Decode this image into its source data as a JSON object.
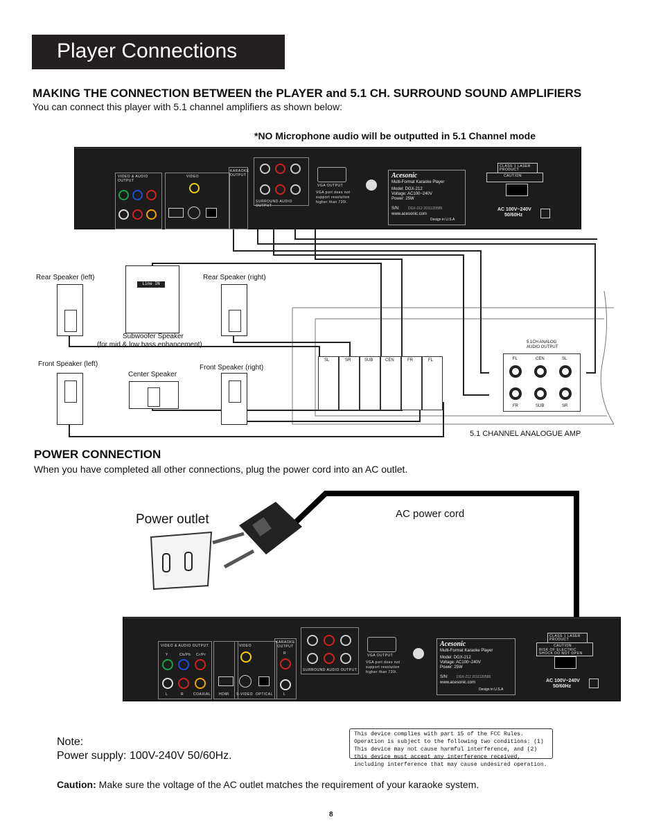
{
  "header": {
    "title": "Player Connections"
  },
  "section1": {
    "heading": "MAKING THE CONNECTION BETWEEN the PLAYER and  5.1 CH. SURROUND SOUND AMPLIFIERS",
    "description": "You can connect this player with 5.1 channel amplifiers as shown below:",
    "note": "*NO Microphone audio will be outputted in 5.1 Channel mode"
  },
  "player": {
    "brand": "Acesonic",
    "product": "Multi-Format Karaoke Player",
    "model": "Model: DGX-212",
    "voltage": "Voltage: AC100~240V",
    "power": "Power: 25W",
    "sn_label": "S/N:",
    "sn_value": "DGX-212 2011120585",
    "website": "www.acesonic.com",
    "design": "Design in U.S.A",
    "ac_rating_1": "AC 100V~240V",
    "ac_rating_2": "50/60Hz",
    "class_label": "CLASS 1 LASER PRODUCT",
    "caution_label": "CAUTION",
    "caution_text": "RISK OF ELECTRIC SHOCK DO NOT OPEN",
    "video_audio_output": "VIDEO & AUDIO OUTPUT",
    "video_label": "VIDEO",
    "karaoke_output": "KARAOKE OUTPUT",
    "surround_output": "SURROUND AUDIO OUTPUT",
    "vga_output": "VGA OUTPUT",
    "vga_note": "VGA port does not support resolution higher than 720i.",
    "hdmi": "HDMI",
    "svideo": "S-VIDEO",
    "optical": "OPTICAL",
    "coaxial": "COAXIAL",
    "jack_labels": [
      "Y",
      "Cb/Pb",
      "Cr/Pr",
      "L",
      "R"
    ],
    "karaoke_r": "R",
    "karaoke_l": "L"
  },
  "diagram": {
    "rear_left": "Rear Speaker (left)",
    "rear_right": "Rear Speaker (right)",
    "subwoofer": "Subwoofer Speaker",
    "subwoofer_note": "(for mid & low bass enhancement)",
    "line_in": "Line IN",
    "front_left": "Front Speaker (left)",
    "center": "Center Speaker",
    "front_right": "Front Speaker (right)",
    "terminals": [
      "SL",
      "SR",
      "SUB",
      "CEN",
      "FR",
      "FL"
    ],
    "amp_output_title": "5.1CH ANALOG AUDIO OUTPUT",
    "amp_top_labels": [
      "FL",
      "CEN",
      "SL"
    ],
    "amp_bottom_labels": [
      "FR",
      "SUB",
      "SR"
    ],
    "amp_name": "5.1 CHANNEL ANALOGUE AMP"
  },
  "section2": {
    "heading": "POWER CONNECTION",
    "description": "When you have completed all other connections, plug the power cord into an AC outlet.",
    "power_outlet": "Power outlet",
    "ac_power_cord": "AC power cord"
  },
  "footer": {
    "note_label": "Note:",
    "power_supply": "Power supply: 100V-240V 50/60Hz.",
    "fcc_text": "This device complies with part 15 of the FCC Rules. Operation is subject to the following two conditions: (1) This device may not cause harmful interference, and (2) this device must accept any interference received, including interference that may cause undesired operation.",
    "caution_label": "Caution:",
    "caution_text": " Make sure the voltage of the AC outlet matches the requirement of your karaoke system.",
    "page_number": "8"
  }
}
